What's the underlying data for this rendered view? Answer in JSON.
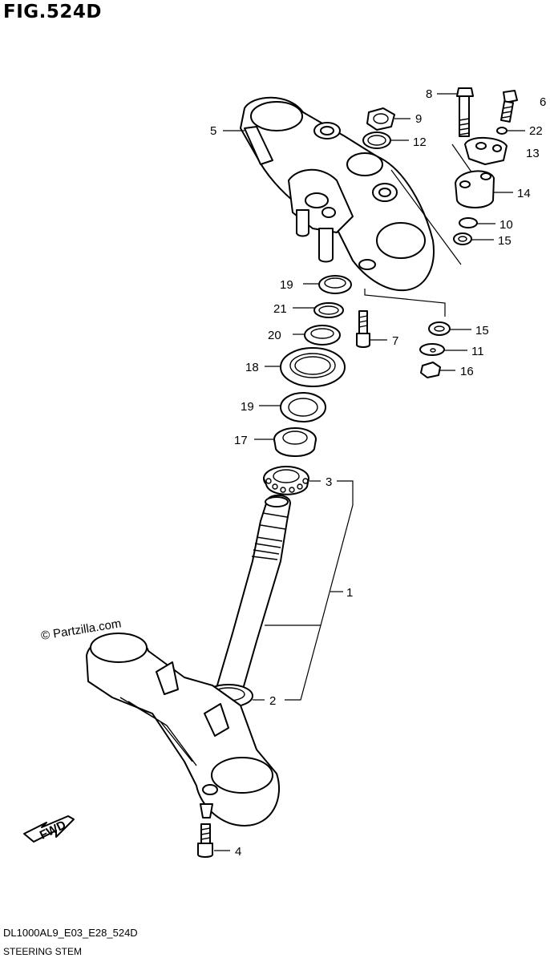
{
  "title": "FIG.524D",
  "model_code": "DL1000AL9_E03_E28_524D",
  "section_name": "STEERING STEM",
  "watermark": "© Partzilla.com",
  "fwd_label": "FWD",
  "callouts": [
    {
      "id": "c1",
      "num": "1"
    },
    {
      "id": "c2",
      "num": "2"
    },
    {
      "id": "c3",
      "num": "3"
    },
    {
      "id": "c4",
      "num": "4"
    },
    {
      "id": "c5",
      "num": "5"
    },
    {
      "id": "c6",
      "num": "6"
    },
    {
      "id": "c7",
      "num": "7"
    },
    {
      "id": "c8",
      "num": "8"
    },
    {
      "id": "c9",
      "num": "9"
    },
    {
      "id": "c10",
      "num": "10"
    },
    {
      "id": "c11",
      "num": "11"
    },
    {
      "id": "c12",
      "num": "12"
    },
    {
      "id": "c13",
      "num": "13"
    },
    {
      "id": "c14",
      "num": "14"
    },
    {
      "id": "c15a",
      "num": "15"
    },
    {
      "id": "c15b",
      "num": "15"
    },
    {
      "id": "c16",
      "num": "16"
    },
    {
      "id": "c17",
      "num": "17"
    },
    {
      "id": "c18",
      "num": "18"
    },
    {
      "id": "c19a",
      "num": "19"
    },
    {
      "id": "c19b",
      "num": "19"
    },
    {
      "id": "c20",
      "num": "20"
    },
    {
      "id": "c21",
      "num": "21"
    },
    {
      "id": "c22",
      "num": "22"
    }
  ]
}
